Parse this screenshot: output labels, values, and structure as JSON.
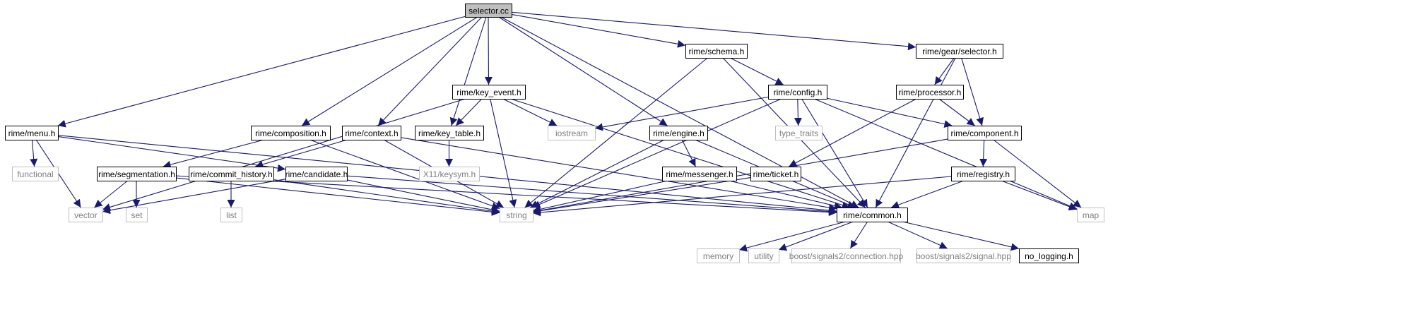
{
  "diagram": {
    "type": "include-dependency-graph",
    "nodes": [
      {
        "id": "selector_cc",
        "label": "selector.cc",
        "kind": "current"
      },
      {
        "id": "schema_h",
        "label": "rime/schema.h",
        "kind": "local"
      },
      {
        "id": "gear_selector_h",
        "label": "rime/gear/selector.h",
        "kind": "local"
      },
      {
        "id": "key_event_h",
        "label": "rime/key_event.h",
        "kind": "local"
      },
      {
        "id": "config_h",
        "label": "rime/config.h",
        "kind": "local"
      },
      {
        "id": "processor_h",
        "label": "rime/processor.h",
        "kind": "local"
      },
      {
        "id": "menu_h",
        "label": "rime/menu.h",
        "kind": "local"
      },
      {
        "id": "composition_h",
        "label": "rime/composition.h",
        "kind": "local"
      },
      {
        "id": "context_h",
        "label": "rime/context.h",
        "kind": "local"
      },
      {
        "id": "key_table_h",
        "label": "rime/key_table.h",
        "kind": "local"
      },
      {
        "id": "iostream",
        "label": "iostream",
        "kind": "system"
      },
      {
        "id": "type_traits",
        "label": "type_traits",
        "kind": "system"
      },
      {
        "id": "engine_h",
        "label": "rime/engine.h",
        "kind": "local"
      },
      {
        "id": "component_h",
        "label": "rime/component.h",
        "kind": "local"
      },
      {
        "id": "functional",
        "label": "functional",
        "kind": "system"
      },
      {
        "id": "segmentation_h",
        "label": "rime/segmentation.h",
        "kind": "local"
      },
      {
        "id": "commit_history_h",
        "label": "rime/commit_history.h",
        "kind": "local"
      },
      {
        "id": "candidate_h",
        "label": "rime/candidate.h",
        "kind": "local"
      },
      {
        "id": "x11_keysym_h",
        "label": "X11/keysym.h",
        "kind": "system"
      },
      {
        "id": "messenger_h",
        "label": "rime/messenger.h",
        "kind": "local"
      },
      {
        "id": "ticket_h",
        "label": "rime/ticket.h",
        "kind": "local"
      },
      {
        "id": "registry_h",
        "label": "rime/registry.h",
        "kind": "local"
      },
      {
        "id": "vector",
        "label": "vector",
        "kind": "system"
      },
      {
        "id": "set",
        "label": "set",
        "kind": "system"
      },
      {
        "id": "list",
        "label": "list",
        "kind": "system"
      },
      {
        "id": "string",
        "label": "string",
        "kind": "system"
      },
      {
        "id": "common_h",
        "label": "rime/common.h",
        "kind": "local"
      },
      {
        "id": "map",
        "label": "map",
        "kind": "system"
      },
      {
        "id": "memory",
        "label": "memory",
        "kind": "system"
      },
      {
        "id": "utility",
        "label": "utility",
        "kind": "system"
      },
      {
        "id": "boost_connection",
        "label": "boost/signals2/connection.hpp",
        "kind": "system"
      },
      {
        "id": "boost_signal",
        "label": "boost/signals2/signal.hpp",
        "kind": "system"
      },
      {
        "id": "no_logging_h",
        "label": "no_logging.h",
        "kind": "local"
      }
    ],
    "edges": [
      [
        "selector_cc",
        "schema_h"
      ],
      [
        "selector_cc",
        "gear_selector_h"
      ],
      [
        "selector_cc",
        "key_event_h"
      ],
      [
        "selector_cc",
        "menu_h"
      ],
      [
        "selector_cc",
        "composition_h"
      ],
      [
        "selector_cc",
        "context_h"
      ],
      [
        "selector_cc",
        "key_table_h"
      ],
      [
        "selector_cc",
        "engine_h"
      ],
      [
        "selector_cc",
        "common_h"
      ],
      [
        "schema_h",
        "config_h"
      ],
      [
        "schema_h",
        "string"
      ],
      [
        "schema_h",
        "common_h"
      ],
      [
        "gear_selector_h",
        "processor_h"
      ],
      [
        "gear_selector_h",
        "component_h"
      ],
      [
        "gear_selector_h",
        "common_h"
      ],
      [
        "key_event_h",
        "key_table_h"
      ],
      [
        "key_event_h",
        "iostream"
      ],
      [
        "key_event_h",
        "vector"
      ],
      [
        "key_event_h",
        "string"
      ],
      [
        "key_event_h",
        "common_h"
      ],
      [
        "config_h",
        "iostream"
      ],
      [
        "config_h",
        "type_traits"
      ],
      [
        "config_h",
        "component_h"
      ],
      [
        "config_h",
        "string"
      ],
      [
        "config_h",
        "common_h"
      ],
      [
        "config_h",
        "map"
      ],
      [
        "processor_h",
        "component_h"
      ],
      [
        "processor_h",
        "ticket_h"
      ],
      [
        "menu_h",
        "functional"
      ],
      [
        "menu_h",
        "vector"
      ],
      [
        "menu_h",
        "candidate_h"
      ],
      [
        "menu_h",
        "common_h"
      ],
      [
        "composition_h",
        "segmentation_h"
      ],
      [
        "composition_h",
        "string"
      ],
      [
        "context_h",
        "commit_history_h"
      ],
      [
        "context_h",
        "string"
      ],
      [
        "context_h",
        "common_h"
      ],
      [
        "key_table_h",
        "x11_keysym_h"
      ],
      [
        "engine_h",
        "messenger_h"
      ],
      [
        "engine_h",
        "string"
      ],
      [
        "engine_h",
        "common_h"
      ],
      [
        "component_h",
        "registry_h"
      ],
      [
        "component_h",
        "string"
      ],
      [
        "component_h",
        "map"
      ],
      [
        "segmentation_h",
        "vector"
      ],
      [
        "segmentation_h",
        "set"
      ],
      [
        "segmentation_h",
        "string"
      ],
      [
        "segmentation_h",
        "common_h"
      ],
      [
        "commit_history_h",
        "list"
      ],
      [
        "commit_history_h",
        "string"
      ],
      [
        "candidate_h",
        "vector"
      ],
      [
        "candidate_h",
        "string"
      ],
      [
        "candidate_h",
        "common_h"
      ],
      [
        "messenger_h",
        "string"
      ],
      [
        "messenger_h",
        "common_h"
      ],
      [
        "ticket_h",
        "string"
      ],
      [
        "registry_h",
        "string"
      ],
      [
        "registry_h",
        "common_h"
      ],
      [
        "registry_h",
        "map"
      ],
      [
        "common_h",
        "memory"
      ],
      [
        "common_h",
        "utility"
      ],
      [
        "common_h",
        "boost_connection"
      ],
      [
        "common_h",
        "boost_signal"
      ],
      [
        "common_h",
        "no_logging_h"
      ]
    ]
  },
  "colors": {
    "edge": "#191970",
    "current_fill": "#bfbfbf",
    "local_border": "#000000",
    "system_border": "#bfbfbf",
    "system_text": "#7f7f7f"
  }
}
